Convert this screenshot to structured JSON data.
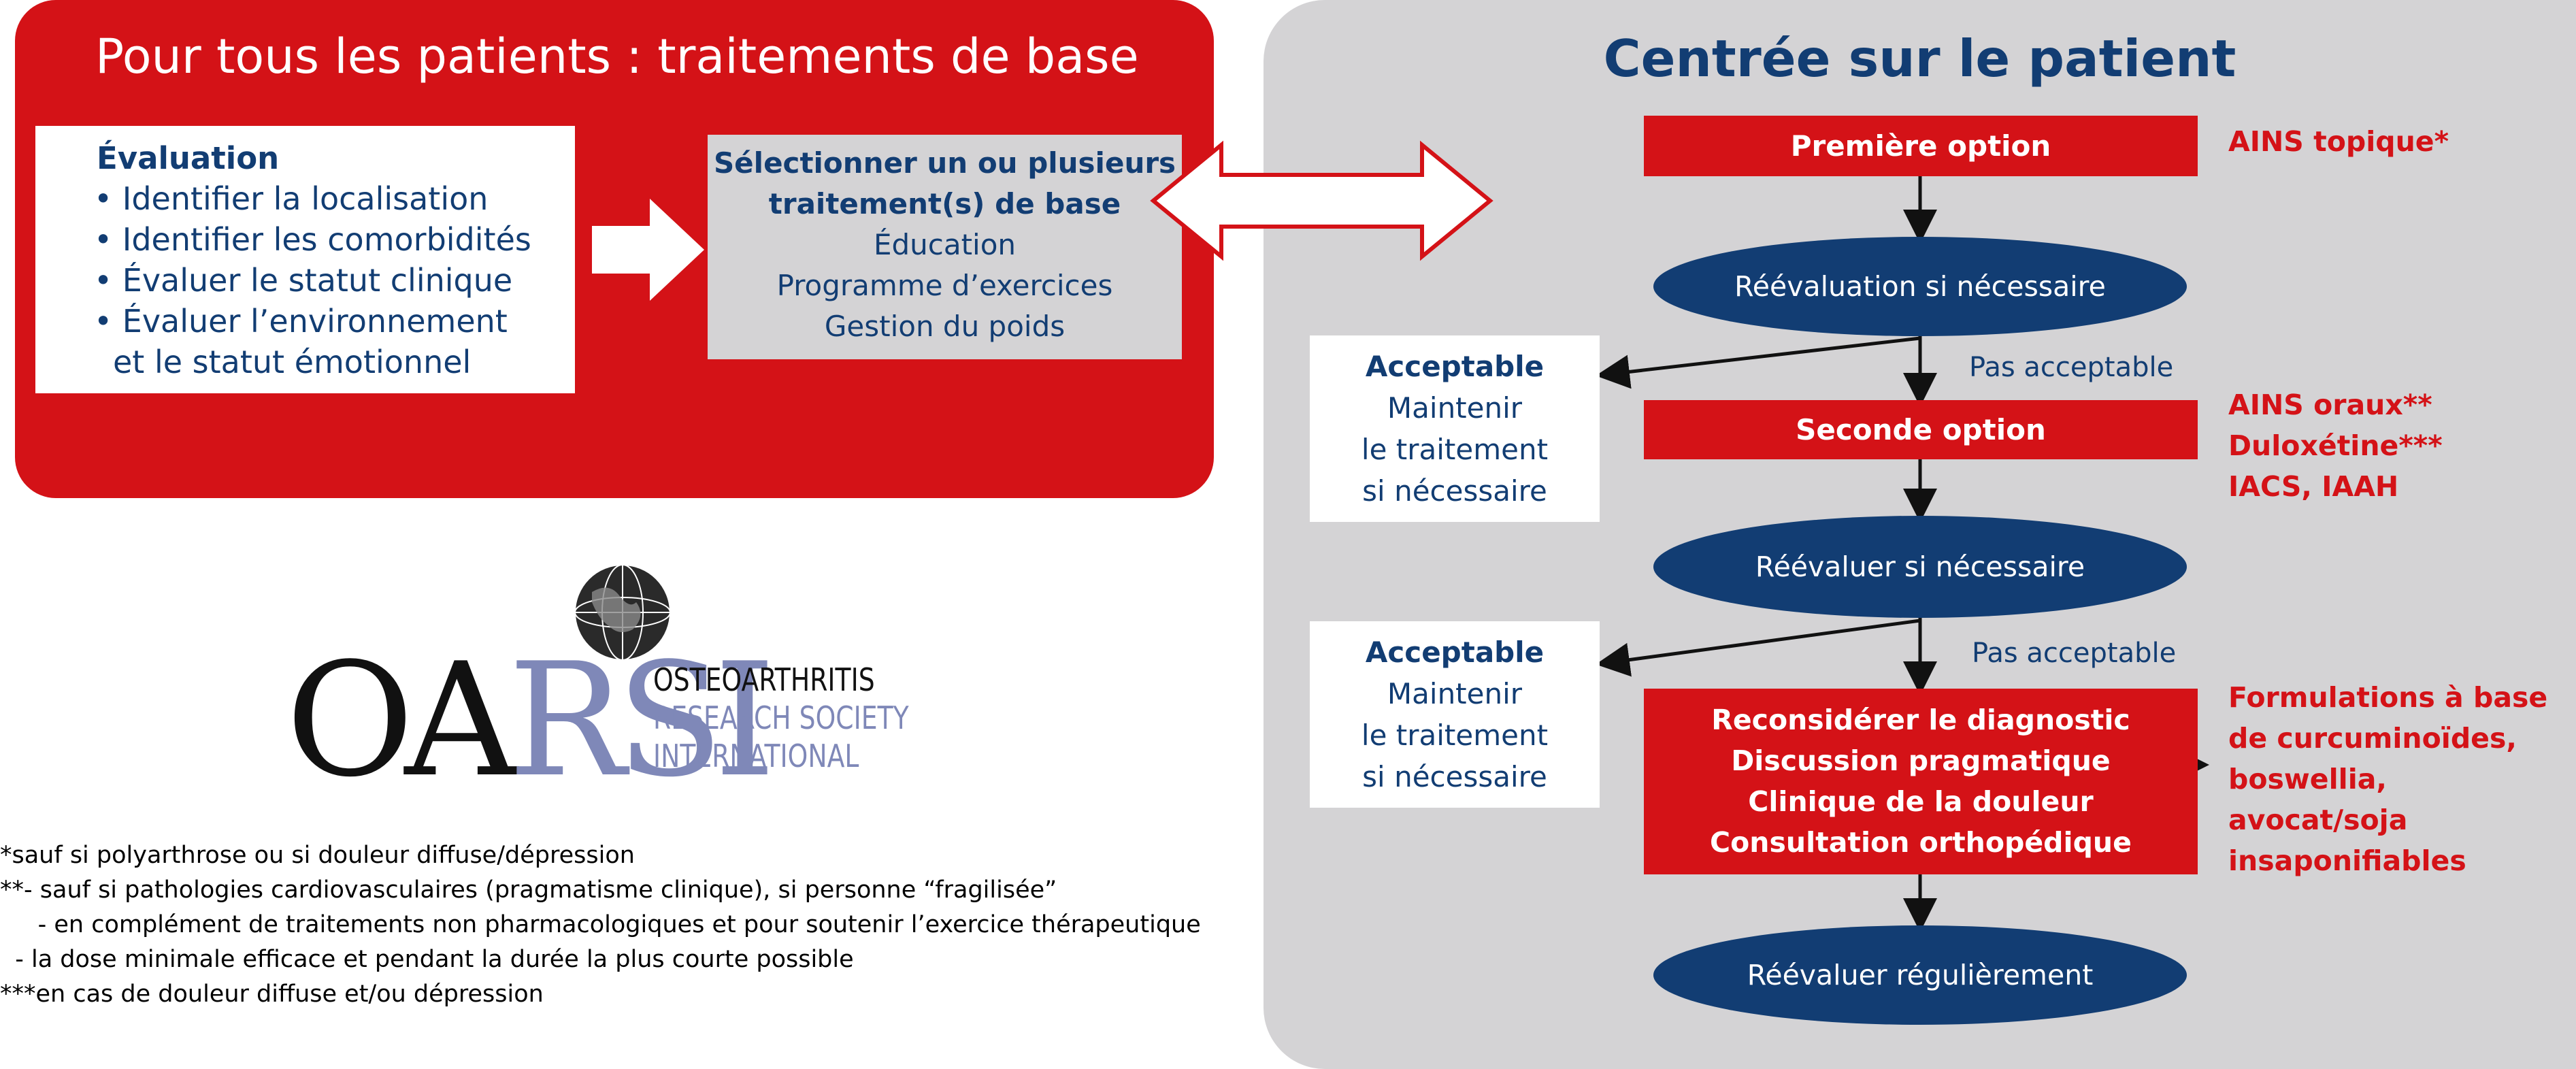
{
  "left_panel": {
    "title": "Pour tous les patients : traitements de base",
    "evaluation": {
      "heading": "Évaluation",
      "items": [
        "• Identifier la localisation",
        "• Identifier les comorbidités",
        "• Évaluer le statut clinique",
        "• Évaluer l’environnement",
        "et le statut émotionnel"
      ]
    },
    "selection": {
      "heading_lines": [
        "Sélectionner un ou plusieurs",
        "traitement(s) de base"
      ],
      "items": [
        "Éducation",
        "Programme d’exercices",
        "Gestion du poids"
      ]
    }
  },
  "right_panel": {
    "title": "Centrée sur le patient",
    "first_option": "Première option",
    "first_option_side": [
      "AINS topique*"
    ],
    "reeval_1": "Réévaluation si nécessaire",
    "acceptable_1": {
      "heading": "Acceptable",
      "lines": [
        "Maintenir",
        "le traitement",
        "si nécessaire"
      ]
    },
    "pas_acceptable_1": "Pas acceptable",
    "second_option": "Seconde option",
    "second_option_side": [
      "AINS oraux**",
      "Duloxétine***",
      "IACS, IAAH"
    ],
    "reeval_2": "Réévaluer si nécessaire",
    "acceptable_2": {
      "heading": "Acceptable",
      "lines": [
        "Maintenir",
        "le traitement",
        "si nécessaire"
      ]
    },
    "pas_acceptable_2": "Pas acceptable",
    "third_box": [
      "Reconsidérer le diagnostic",
      "Discussion pragmatique",
      "Clinique de la douleur",
      "Consultation orthopédique"
    ],
    "third_side": [
      "Formulations à base",
      "de curcuminoïdes,",
      "boswellia,",
      "avocat/soja",
      "insaponifiables"
    ],
    "reeval_3": "Réévaluer régulièrement"
  },
  "logo": {
    "letters_dark1": "OA",
    "letters_blue": "RSI",
    "line1": "OSTEOARTHRITIS",
    "line2": "RESEARCH SOCIETY",
    "line3": "INTERNATIONAL"
  },
  "footnotes": [
    "*sauf si polyarthrose ou si douleur diffuse/dépression",
    "**- sauf si pathologies cardiovasculaires (pragmatisme clinique), si personne “fragilisée”",
    "     - en complément de traitements non pharmacologiques et pour soutenir l’exercice thérapeutique",
    "  - la dose minimale efficace et pendant la durée la plus courte possible",
    "***en cas de douleur diffuse et/ou dépression"
  ],
  "colors": {
    "red": "#d41217",
    "navy": "#123d73",
    "grey": "#d4d3d5"
  }
}
